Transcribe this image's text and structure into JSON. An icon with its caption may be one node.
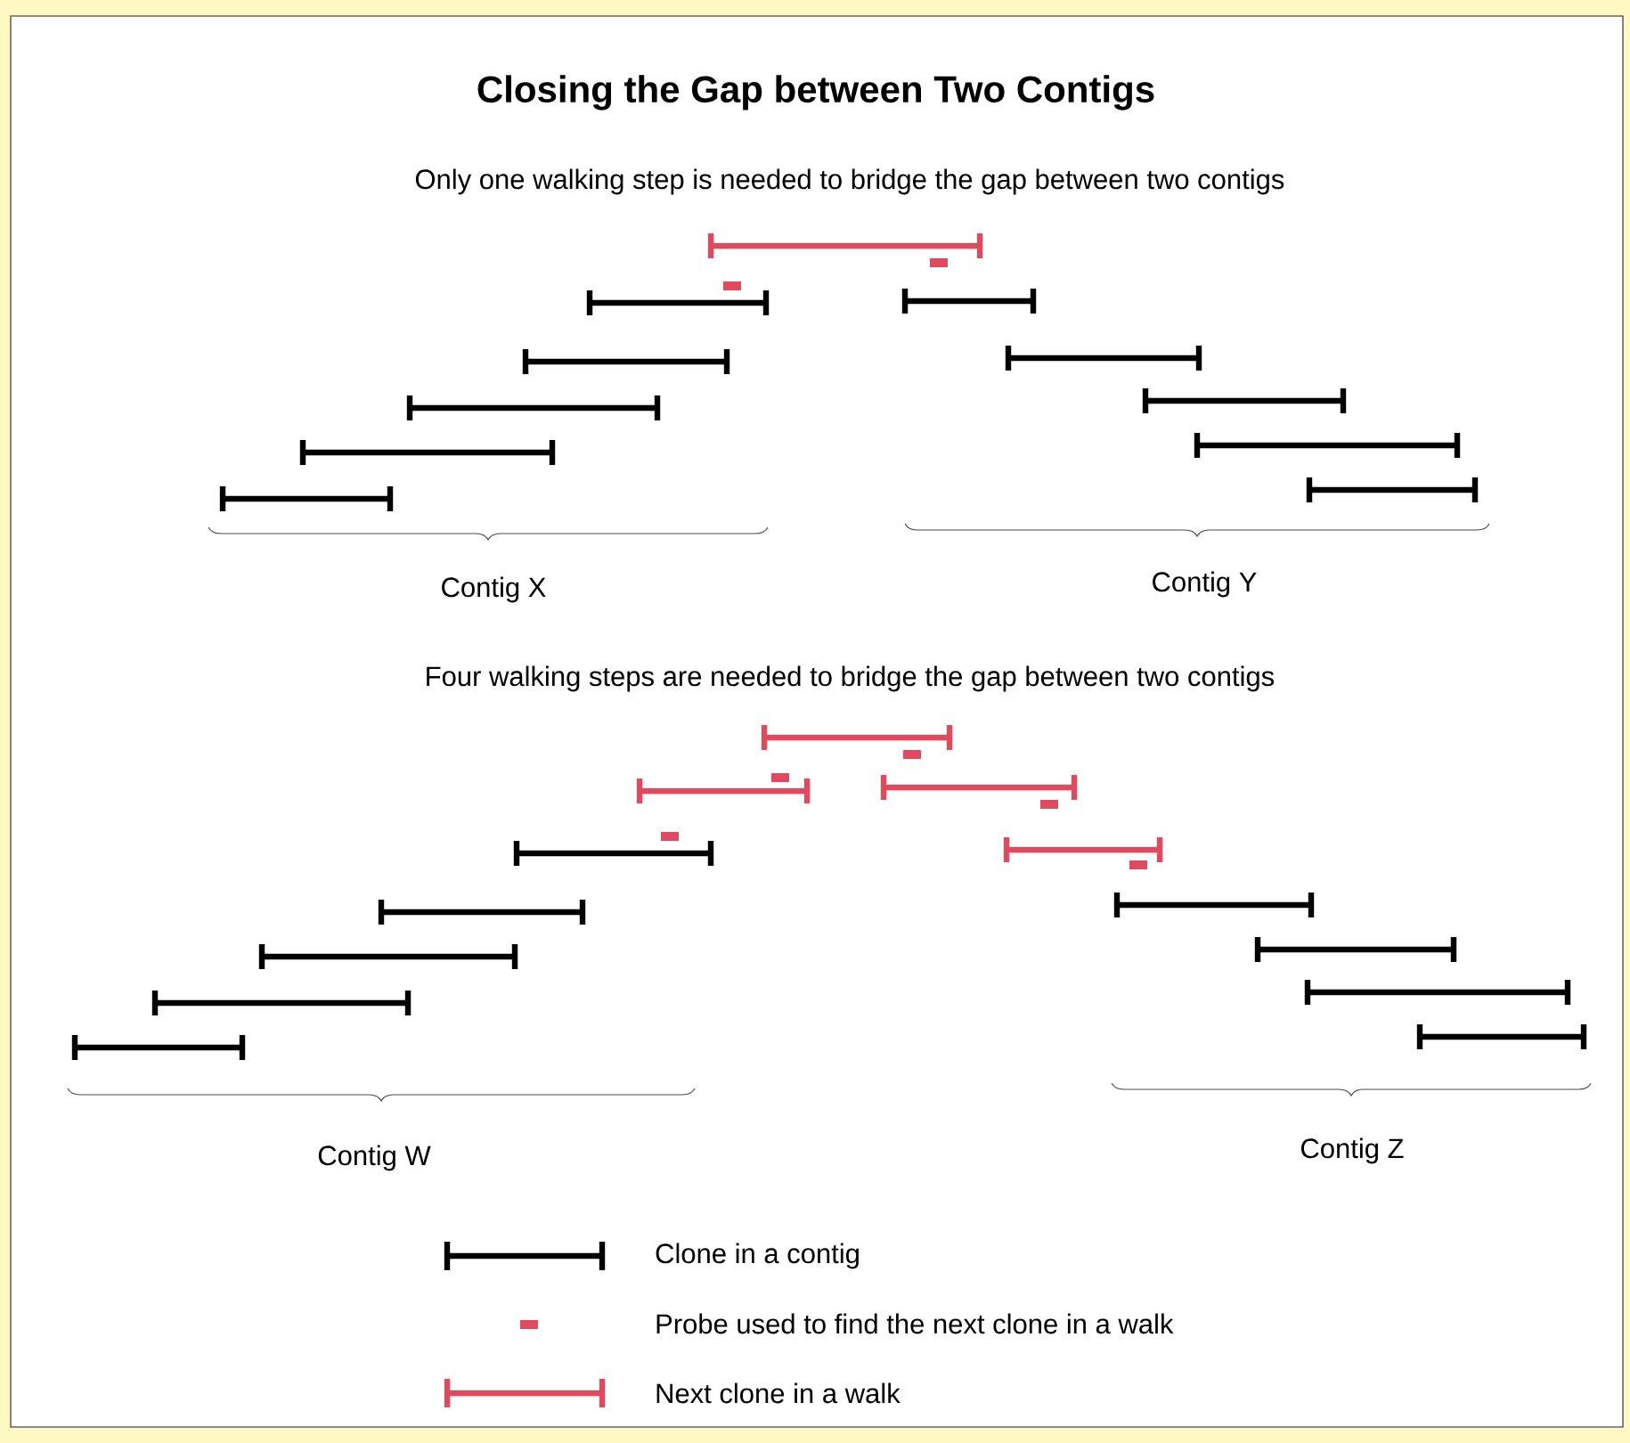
{
  "diagram": {
    "title": "Closing the Gap between Two Contigs",
    "labels": [
      "Only one walking step is needed to bridge the gap between two contigs",
      "Contig X",
      "Contig Y",
      "Four walking steps are needed to bridge the gap between two contigs",
      "Contig W",
      "Contig Z"
    ],
    "legend": [
      {
        "text": "Clone in a contig"
      },
      {
        "text": "Probe used to find the next clone in a walk",
        "color": "#e04a5f"
      },
      {
        "text": "Next clone in a walk"
      }
    ]
  }
}
